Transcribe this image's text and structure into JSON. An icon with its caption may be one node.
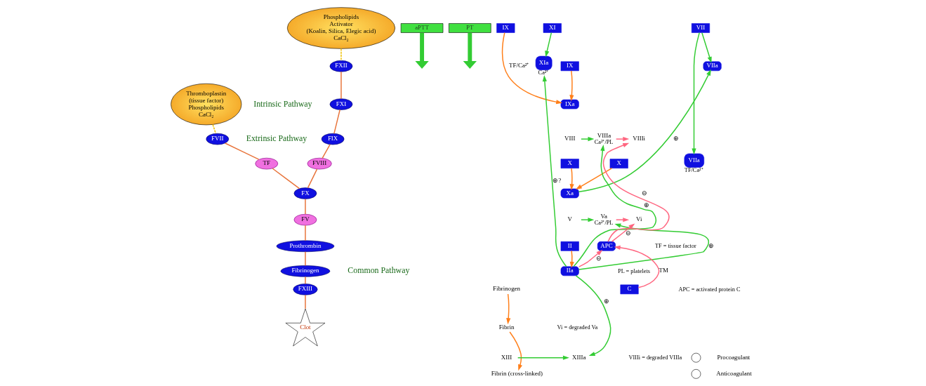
{
  "diagram": {
    "nodes": [
      {
        "text": [
          "Phospholipids",
          "Activator",
          "(Koalin, Silica, Elegic acid)",
          "CaCl₂"
        ]
      },
      {
        "text": [
          "Thromboplastin",
          "(tissue factor)",
          "Phospholipids",
          "CaCl₂"
        ]
      },
      {
        "text": [
          "FXII"
        ]
      },
      {
        "text": [
          "FXI"
        ]
      },
      {
        "text": [
          "FIX"
        ]
      },
      {
        "text": [
          "FVIII"
        ]
      },
      {
        "text": [
          "FX"
        ]
      },
      {
        "text": [
          "FVII"
        ]
      },
      {
        "text": [
          "TF"
        ]
      },
      {
        "text": [
          "FV"
        ]
      },
      {
        "text": [
          "Prothrombin"
        ]
      },
      {
        "text": [
          "Fibrinogen"
        ]
      },
      {
        "text": [
          "FXIII"
        ]
      },
      {
        "text": [
          "Clot"
        ]
      },
      {
        "text": [
          "aPTT"
        ]
      },
      {
        "text": [
          "PT"
        ]
      },
      {
        "text": [
          "XI"
        ]
      },
      {
        "text": [
          "XIa"
        ],
        "beside": [
          "Ca²⁺"
        ]
      },
      {
        "text": [
          "IX"
        ]
      },
      {
        "text": [
          "IX"
        ]
      },
      {
        "text": [
          "VIIa"
        ]
      },
      {
        "text": [
          "VII"
        ]
      },
      {
        "text": [
          "IXa"
        ]
      },
      {
        "text": [
          "VIII"
        ]
      },
      {
        "text": [
          "VIIIa"
        ],
        "beside": [
          "Ca²⁺/PL"
        ]
      },
      {
        "text": [
          "VIIIi"
        ]
      },
      {
        "text": [
          "X"
        ]
      },
      {
        "text": [
          "VIIa"
        ],
        "beside": [
          "TF/Ca²⁺"
        ]
      },
      {
        "text": [
          "X"
        ]
      },
      {
        "text": [
          "Xa"
        ]
      },
      {
        "text": [
          "V"
        ]
      },
      {
        "text": [
          "Va"
        ],
        "beside": [
          "Ca²⁺/PL"
        ]
      },
      {
        "text": [
          "Vi"
        ]
      },
      {
        "text": [
          "II"
        ]
      },
      {
        "text": [
          "IIa"
        ]
      },
      {
        "text": [
          "APC"
        ]
      },
      {
        "text": [
          "C"
        ]
      },
      {
        "text": [
          "Fibrinogen"
        ]
      },
      {
        "text": [
          "Fibrin"
        ]
      },
      {
        "text": [
          "XIII"
        ]
      },
      {
        "text": [
          "XIIIa"
        ]
      },
      {
        "text": [
          "Fibrin (cross-linked)"
        ]
      }
    ],
    "edges": [
      {
        "from": 0,
        "to": 2,
        "arrow": "none",
        "style": "dashed",
        "color": "#f0c000"
      },
      {
        "from": 1,
        "to": 7,
        "arrow": "none",
        "style": "dashed",
        "color": "#f0c000"
      },
      {
        "from": 2,
        "to": 3,
        "arrow": "none",
        "color": "#e8743b"
      },
      {
        "from": 3,
        "to": 4,
        "arrow": "none",
        "color": "#e8743b"
      },
      {
        "from": 4,
        "to": 5,
        "arrow": "none",
        "color": "#e8743b"
      },
      {
        "from": 5,
        "to": 6,
        "arrow": "none",
        "color": "#e8743b"
      },
      {
        "from": 7,
        "to": 8,
        "arrow": "none",
        "color": "#e8743b"
      },
      {
        "from": 8,
        "to": 6,
        "arrow": "none",
        "color": "#e8743b"
      },
      {
        "from": 6,
        "to": 9,
        "arrow": "none",
        "color": "#e8743b"
      },
      {
        "from": 9,
        "to": 10,
        "arrow": "none",
        "color": "#e8743b"
      },
      {
        "from": 10,
        "to": 11,
        "arrow": "none",
        "color": "#e8743b"
      },
      {
        "from": 11,
        "to": 12,
        "arrow": "none",
        "color": "#e8743b"
      },
      {
        "from": 12,
        "to": 13,
        "arrow": "none",
        "color": "#e8743b"
      },
      {
        "from": 14,
        "to": null,
        "arrow": "to",
        "style": "thick",
        "color": "#33cc33"
      },
      {
        "from": 15,
        "to": null,
        "arrow": "to",
        "style": "thick",
        "color": "#33cc33"
      },
      {
        "from": 16,
        "to": 17,
        "arrow": "to",
        "color": "#33cc33"
      },
      {
        "from": 34,
        "to": 17,
        "arrow": "to",
        "label": "⊕?",
        "color": "#33cc33"
      },
      {
        "from": 18,
        "to": 22,
        "arrow": "to",
        "color": "#ff7f1a"
      },
      {
        "from": 19,
        "to": 22,
        "arrow": "to",
        "label": "TF/Ca²⁺",
        "color": "#ff7f1a"
      },
      {
        "from": 21,
        "to": 20,
        "arrow": "to",
        "color": "#33cc33"
      },
      {
        "from": 21,
        "to": 27,
        "arrow": "to",
        "color": "#33cc33"
      },
      {
        "from": 29,
        "to": 20,
        "arrow": "to",
        "label": "⊕",
        "color": "#33cc33"
      },
      {
        "from": 23,
        "to": 24,
        "arrow": "to",
        "color": "#33cc33"
      },
      {
        "from": 34,
        "to": 24,
        "arrow": "to",
        "label": "⊕",
        "color": "#33cc33"
      },
      {
        "from": 24,
        "to": 25,
        "arrow": "to",
        "color": "#ff6680"
      },
      {
        "from": 35,
        "to": 25,
        "arrow": "to",
        "label": "⊖",
        "color": "#ff6680"
      },
      {
        "from": 26,
        "to": 29,
        "arrow": "to",
        "color": "#ff7f1a"
      },
      {
        "from": 28,
        "to": 29,
        "arrow": "to",
        "color": "#ff7f1a"
      },
      {
        "from": 30,
        "to": 31,
        "arrow": "to",
        "color": "#33cc33"
      },
      {
        "from": 34,
        "to": 31,
        "arrow": "to",
        "label": "⊕",
        "color": "#33cc33"
      },
      {
        "from": 31,
        "to": 32,
        "arrow": "to",
        "color": "#ff6680"
      },
      {
        "from": 35,
        "to": 32,
        "arrow": "to",
        "label": "⊖",
        "color": "#ff6680"
      },
      {
        "from": 33,
        "to": 34,
        "arrow": "to",
        "color": "#ff7f1a"
      },
      {
        "from": 34,
        "to": 35,
        "arrow": "to",
        "label": "⊖",
        "color": "#ff6680"
      },
      {
        "from": 36,
        "to": 35,
        "arrow": "to",
        "label": "TM",
        "color": "#ff6680"
      },
      {
        "from": 37,
        "to": 38,
        "arrow": "to",
        "color": "#ff7f1a"
      },
      {
        "from": 34,
        "to": 40,
        "arrow": "to",
        "label": "⊕",
        "color": "#33cc33"
      },
      {
        "from": 39,
        "to": 40,
        "arrow": "to",
        "color": "#33cc33"
      },
      {
        "from": 38,
        "to": 41,
        "arrow": "to",
        "color": "#ff7f1a"
      }
    ],
    "labels": [
      "Intrinsic Pathway",
      "Extrinsic Pathway",
      "Common Pathway",
      "TF = tissue factor",
      "PL = platelets",
      "APC = activated protein C",
      "Vi = degraded Va",
      "VIIIi = degraded VIIIa"
    ],
    "legend": [
      {
        "text": "Procoagulant"
      },
      {
        "text": "Anticoagulant"
      }
    ]
  }
}
